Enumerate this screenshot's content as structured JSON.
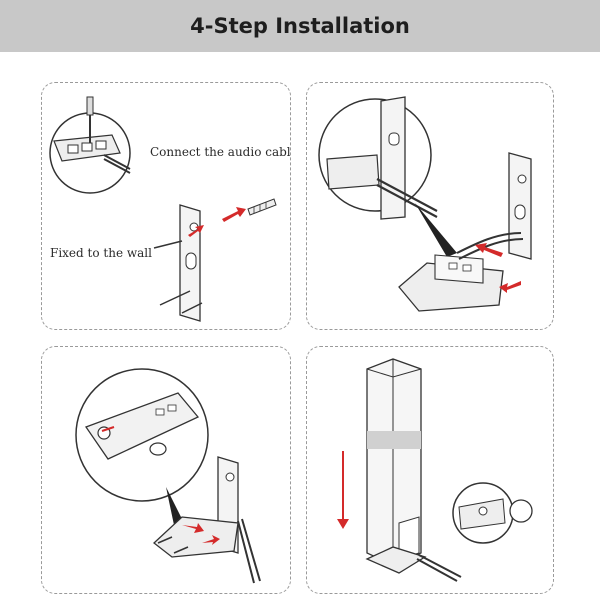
{
  "header": {
    "title": "4-Step Installation"
  },
  "steps": [
    {
      "caption": "Connect the audio cable"
    },
    {
      "caption": "Fixed to the wall"
    }
  ],
  "colors": {
    "header_bg": "#c8c8c8",
    "arrow": "#d42a2a",
    "line": "#333333",
    "panel_border": "#9a9a9a"
  },
  "icons": [
    "screwdriver-icon",
    "screw-icon",
    "wall-anchor-icon",
    "arrow-icon"
  ]
}
